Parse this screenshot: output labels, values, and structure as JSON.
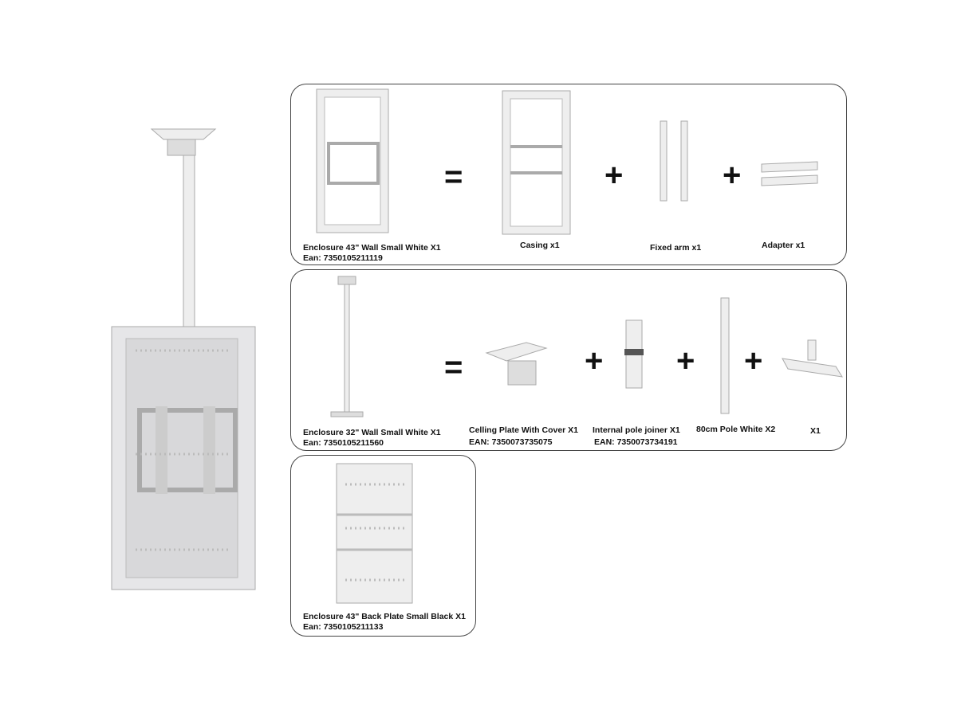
{
  "row1": {
    "main": {
      "name": "Enclosure 43\" Wall Small White X1",
      "ean": "Ean: 7350105211119"
    },
    "equals": "=",
    "plus": "+",
    "parts": [
      {
        "name": "Casing x1"
      },
      {
        "name": "Fixed arm x1"
      },
      {
        "name": "Adapter x1"
      }
    ]
  },
  "row2": {
    "main": {
      "name": "Enclosure 32\" Wall Small White X1",
      "ean": "Ean: 7350105211560"
    },
    "equals": "=",
    "plus": "+",
    "parts": [
      {
        "name": "Celling Plate With Cover X1",
        "ean": "EAN: 7350073735075"
      },
      {
        "name": "Internal pole joiner X1",
        "ean": "EAN: 7350073734191"
      },
      {
        "name": "80cm Pole White X2"
      },
      {
        "name": "X1"
      }
    ]
  },
  "row3": {
    "main": {
      "name": "Enclosure 43\" Back Plate Small Black X1",
      "ean": "Ean: 7350105211133"
    }
  },
  "colors": {
    "product": "#e6e6e8",
    "outline": "#b0b0b4",
    "border": "#444444"
  }
}
